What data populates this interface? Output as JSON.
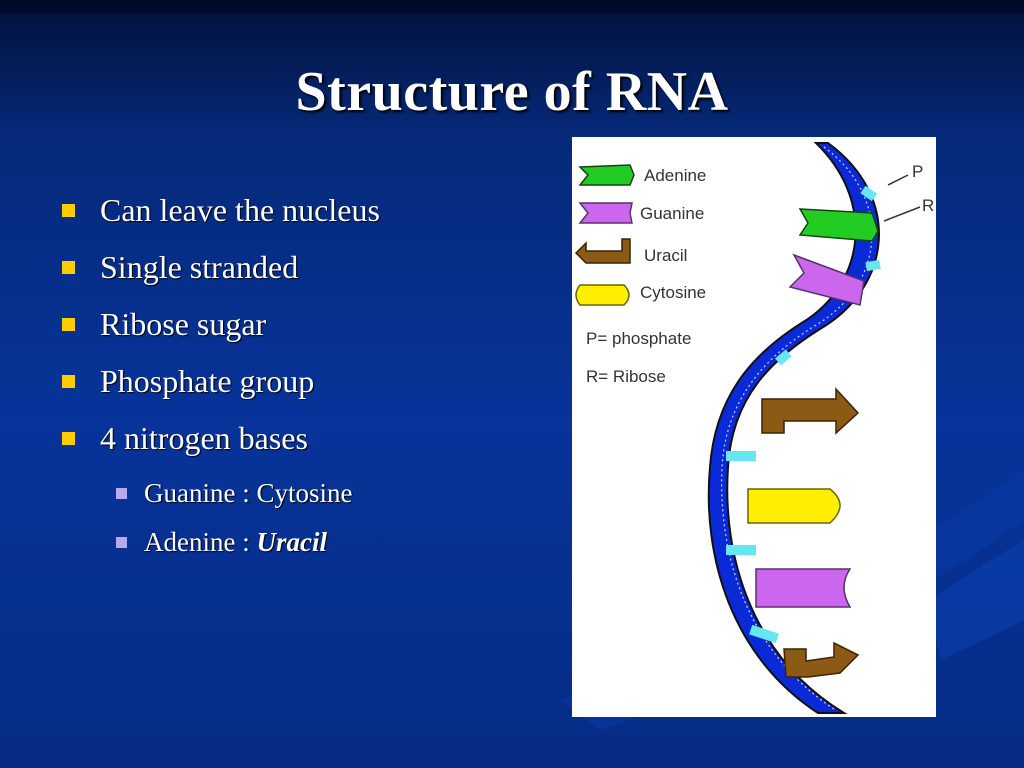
{
  "slide": {
    "title": "Structure of RNA",
    "bullets": [
      "Can leave the nucleus",
      "Single stranded",
      "Ribose sugar",
      "Phosphate group",
      "4 nitrogen bases"
    ],
    "sub_bullets": [
      {
        "prefix": "Guanine : Cytosine",
        "emphasis": ""
      },
      {
        "prefix": "Adenine : ",
        "emphasis": "Uracil"
      }
    ],
    "colors": {
      "bullet": "#ffcc00",
      "sub_bullet": "#b8a8ee",
      "adenine": "#22cc22",
      "guanine": "#cc66ee",
      "uracil": "#8b5a14",
      "cytosine": "#ffee00",
      "backbone": "#0a2ad8",
      "linker": "#66e6f0"
    }
  },
  "diagram": {
    "legend": [
      {
        "name": "Adenine",
        "icon": "adenine-block-icon"
      },
      {
        "name": "Guanine",
        "icon": "guanine-block-icon"
      },
      {
        "name": "Uracil",
        "icon": "uracil-block-icon"
      },
      {
        "name": "Cytosine",
        "icon": "cytosine-block-icon"
      }
    ],
    "key_p": "P= phosphate",
    "key_r": "R= Ribose",
    "callout_p": "P",
    "callout_r": "R"
  }
}
